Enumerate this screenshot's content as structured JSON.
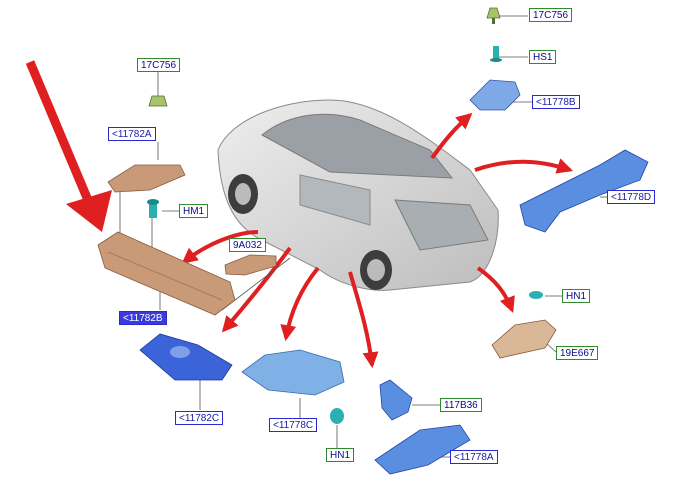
{
  "labels": {
    "l_17c756_top": "17C756",
    "l_hs1": "HS1",
    "l_11778b": "<11778B",
    "l_17c756_left": "17C756",
    "l_11782a": "<11782A",
    "l_hm1": "HM1",
    "l_9a032": "9A032",
    "l_11782b": "<11782B",
    "l_11778d": "<11778D",
    "l_hn1_right": "HN1",
    "l_19e667": "19E667",
    "l_11782c": "<11782C",
    "l_11778c": "<11778C",
    "l_hn1_bottom": "HN1",
    "l_117b36": "117B36",
    "l_11778a": "<11778A"
  },
  "colors": {
    "arrow_red": "#e02020",
    "part_tan": "#c99a78",
    "part_blue": "#4a78e0",
    "part_lightblue": "#7fb0e6",
    "car_grey": "#d8d8d8",
    "label_green": "#2e8b2e",
    "label_blue": "#2a2ad0",
    "highlight_blue": "#3b3bdc"
  }
}
